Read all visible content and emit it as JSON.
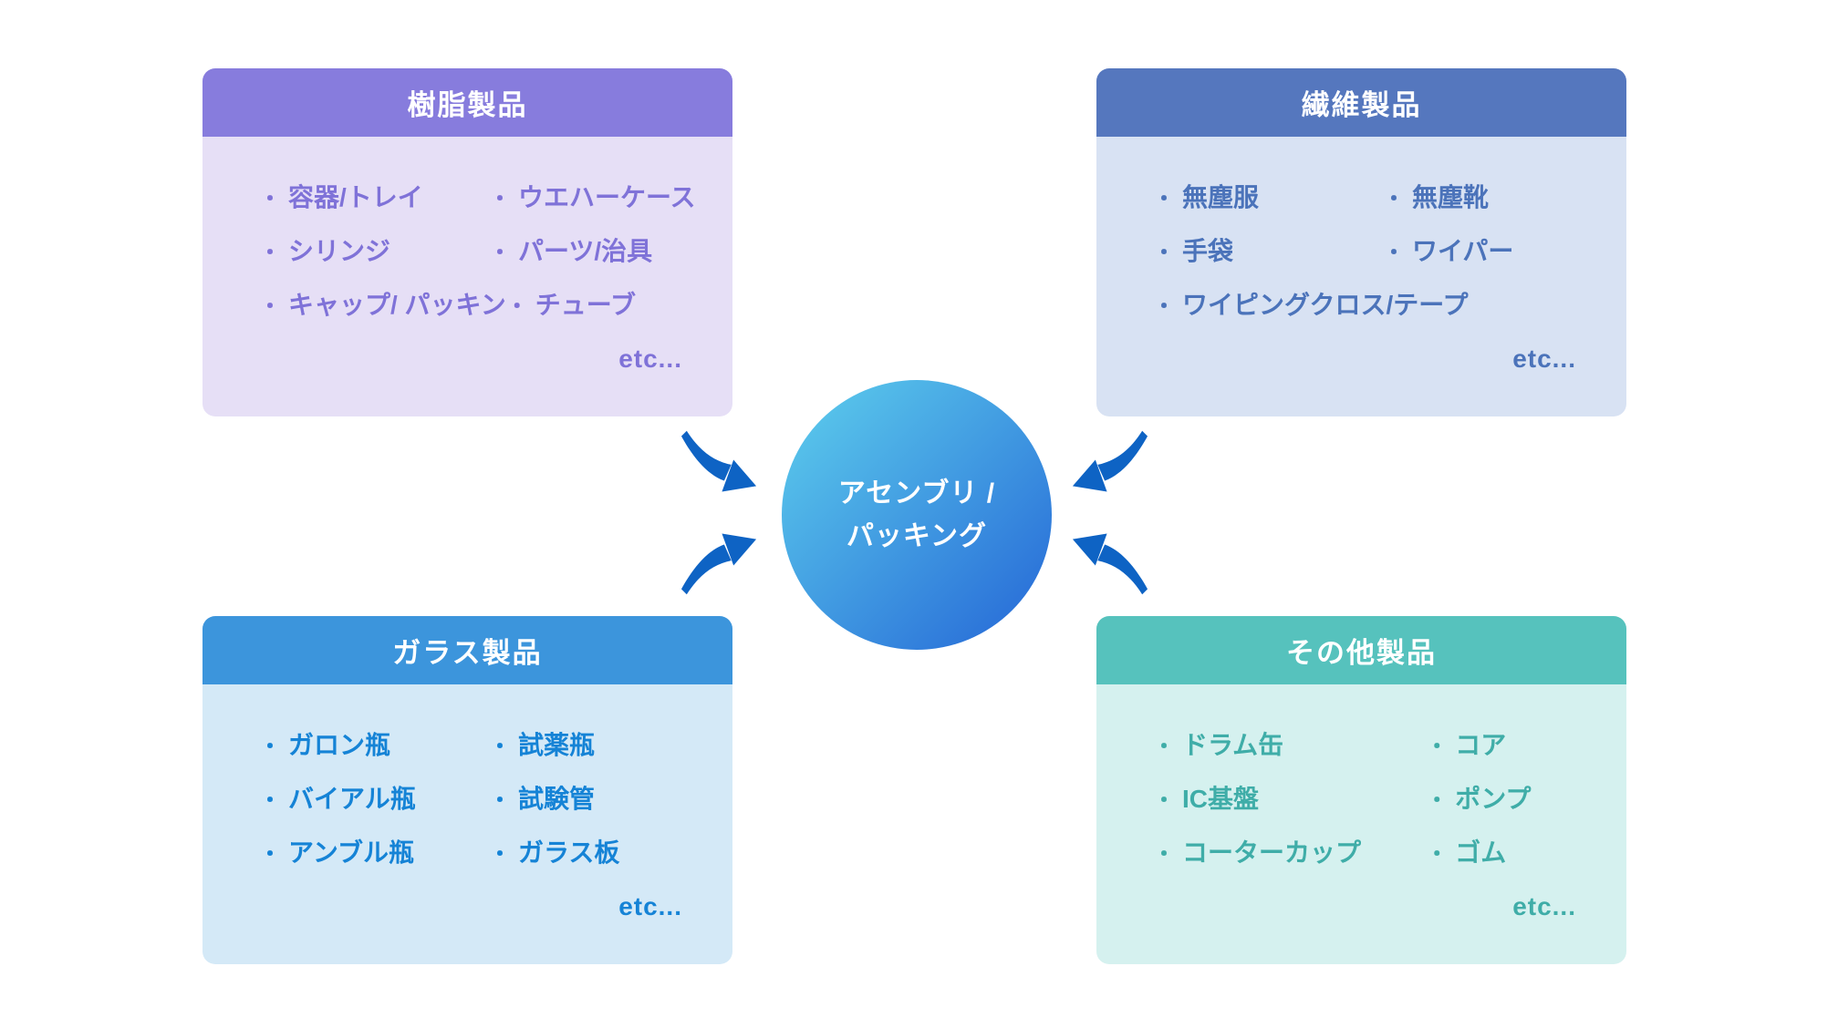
{
  "bullet": "・",
  "arrow_color": "#0e63c4",
  "center": {
    "line1": "アセンブリ /",
    "line2": "パッキング",
    "gradient_from": "#5ed0ed",
    "gradient_to": "#2465d6",
    "text_color": "#ffffff"
  },
  "boxes": [
    {
      "id": "resin",
      "title": "樹脂製品",
      "header_color": "#877cdd",
      "body_color": "#e6dff6",
      "item_color": "#7f72d8",
      "rows": [
        [
          "容器/トレイ",
          "ウエハーケース"
        ],
        [
          "シリンジ",
          "パーツ/治具"
        ],
        [
          "キャップ/ パッキン",
          "チューブ"
        ]
      ],
      "etc": "etc..."
    },
    {
      "id": "fiber",
      "title": "繊維製品",
      "header_color": "#5577be",
      "body_color": "#d8e2f3",
      "item_color": "#4b73ba",
      "rows": [
        [
          "無塵服",
          "無塵靴"
        ],
        [
          "手袋",
          "ワイパー"
        ],
        [
          "ワイピングクロス/テープ"
        ]
      ],
      "etc": "etc..."
    },
    {
      "id": "glass",
      "title": "ガラス製品",
      "header_color": "#3c95dc",
      "body_color": "#d4e9f7",
      "item_color": "#1583d6",
      "rows": [
        [
          "ガロン瓶",
          "試薬瓶"
        ],
        [
          "バイアル瓶",
          "試験管"
        ],
        [
          "アンブル瓶",
          "ガラス板"
        ]
      ],
      "etc": "etc..."
    },
    {
      "id": "other",
      "title": "その他製品",
      "header_color": "#56c2bd",
      "body_color": "#d5f1ef",
      "item_color": "#3fada8",
      "rows": [
        [
          "ドラム缶",
          "コア"
        ],
        [
          "IC基盤",
          "ポンプ"
        ],
        [
          "コーターカップ",
          "ゴム"
        ]
      ],
      "etc": "etc..."
    }
  ]
}
